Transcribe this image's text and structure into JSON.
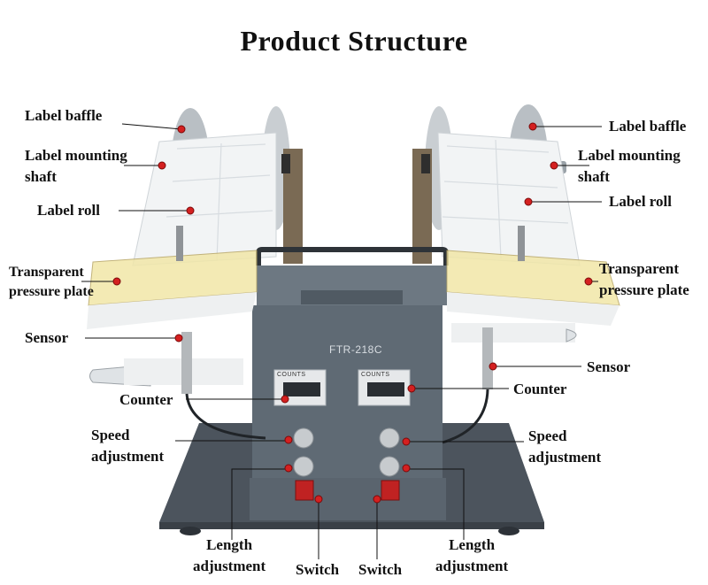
{
  "title": "Product Structure",
  "machine": {
    "model_text": "FTR-218C",
    "counter_caption": "COUNTS"
  },
  "colors": {
    "marker": "#d42020",
    "panel": "#5f6a74",
    "base": "#4a525b",
    "pressure_plate": "#f1e7a8"
  },
  "labels": {
    "label_baffle_left": "Label baffle",
    "label_mounting_shaft_left": [
      "Label mounting",
      "shaft"
    ],
    "label_roll_left": "Label roll",
    "transparent_pressure_plate_left": [
      "Transparent",
      "pressure plate"
    ],
    "sensor_left": "Sensor",
    "counter_left": "Counter",
    "speed_adjustment_left": [
      "Speed",
      "adjustment"
    ],
    "length_adjustment_left": [
      "Length",
      "adjustment"
    ],
    "switch_left": "Switch",
    "label_baffle_right": "Label baffle",
    "label_mounting_shaft_right": [
      "Label mounting",
      "shaft"
    ],
    "label_roll_right": "Label roll",
    "transparent_pressure_plate_right": [
      "Transparent",
      "pressure plate"
    ],
    "sensor_right": "Sensor",
    "counter_right": "Counter",
    "speed_adjustment_right": [
      "Speed",
      "adjustment"
    ],
    "length_adjustment_right": [
      "Length",
      "adjustment"
    ],
    "switch_right": "Switch"
  }
}
